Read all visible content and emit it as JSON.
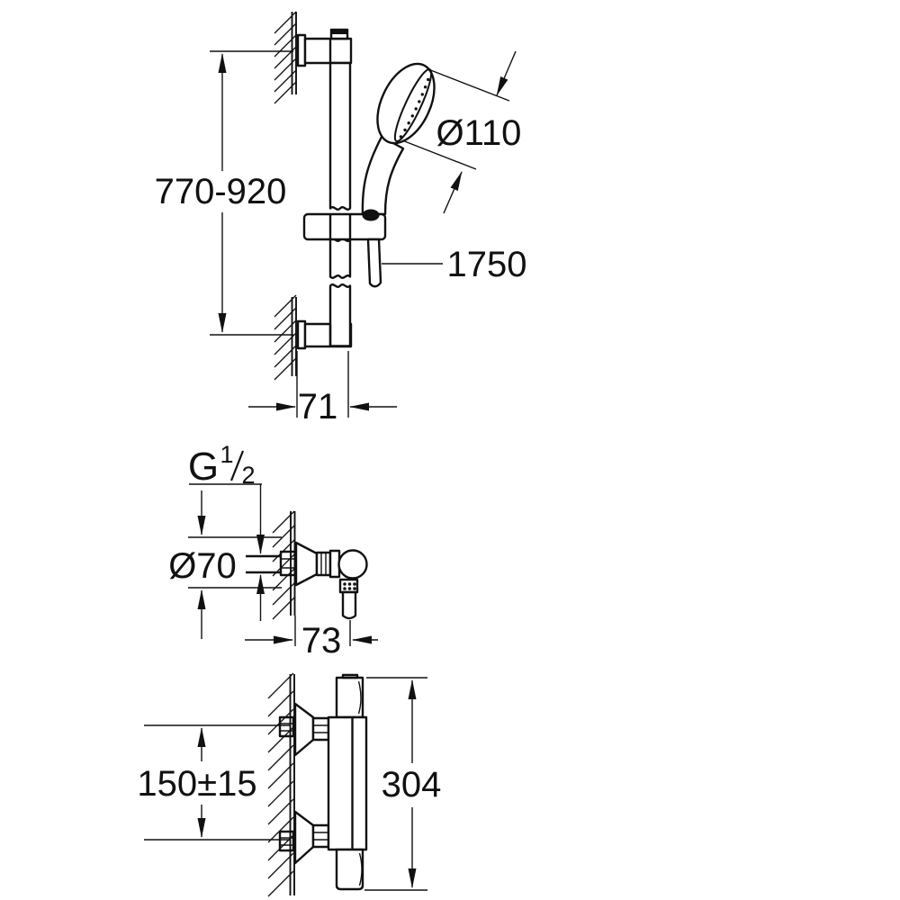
{
  "page": {
    "background": "#ffffff",
    "line_color": "#111111"
  },
  "drawing": {
    "type": "technical-dimension-drawing",
    "subject": "shower rail set with hand shower, wall union and thermostatic mixer",
    "views": {
      "shower_rail": {
        "rail_height_range": "770-920",
        "head_diameter": "Ø110",
        "hose_length": "1750",
        "bracket_offset": "71"
      },
      "wall_union": {
        "thread_letter": "G",
        "thread_numerator": "1",
        "thread_denominator": "2",
        "rosette_diameter": "Ø70",
        "projection": "73"
      },
      "thermostat": {
        "connection_spacing": "150±15",
        "body_height": "304"
      }
    }
  }
}
